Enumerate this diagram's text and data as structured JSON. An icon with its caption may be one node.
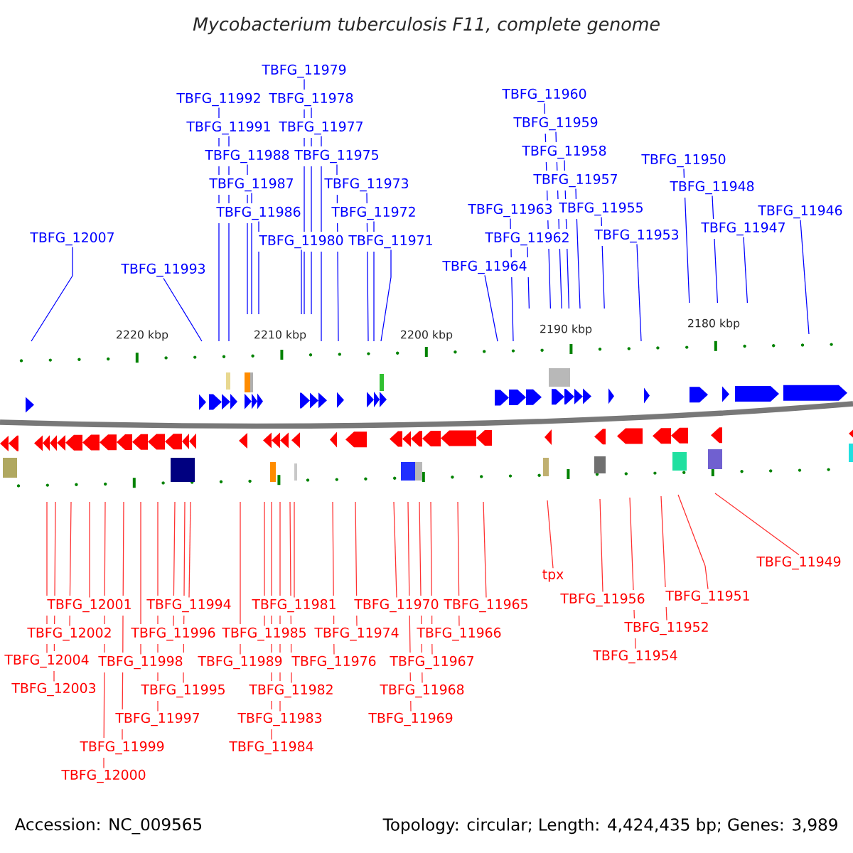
{
  "diagram": {
    "title": "Mycobacterium tuberculosis F11, complete genome",
    "nodes": [
      {
        "text": [
          "TBFG_11979"
        ]
      },
      {
        "text": [
          "TBFG_11960"
        ]
      },
      {
        "text": [
          "TBFG_11992"
        ]
      },
      {
        "text": [
          "TBFG_11978"
        ]
      },
      {
        "text": [
          "TBFG_11959"
        ]
      },
      {
        "text": [
          "TBFG_11991"
        ]
      },
      {
        "text": [
          "TBFG_11977"
        ]
      },
      {
        "text": [
          "TBFG_11958"
        ]
      },
      {
        "text": [
          "TBFG_11988"
        ]
      },
      {
        "text": [
          "TBFG_11975"
        ]
      },
      {
        "text": [
          "TBFG_11950"
        ]
      },
      {
        "text": [
          "TBFG_11957"
        ]
      },
      {
        "text": [
          "TBFG_11987"
        ]
      },
      {
        "text": [
          "TBFG_11973"
        ]
      },
      {
        "text": [
          "TBFG_11948"
        ]
      },
      {
        "text": [
          "TBFG_11955"
        ]
      },
      {
        "text": [
          "TBFG_11963"
        ]
      },
      {
        "text": [
          "TBFG_11946"
        ]
      },
      {
        "text": [
          "TBFG_11986"
        ]
      },
      {
        "text": [
          "TBFG_11972"
        ]
      },
      {
        "text": [
          "TBFG_11947"
        ]
      },
      {
        "text": [
          "TBFG_11953"
        ]
      },
      {
        "text": [
          "TBFG_12007"
        ]
      },
      {
        "text": [
          "TBFG_11962"
        ]
      },
      {
        "text": [
          "TBFG_11980"
        ]
      },
      {
        "text": [
          "TBFG_11971"
        ]
      },
      {
        "text": [
          "TBFG_11964"
        ]
      },
      {
        "text": [
          "TBFG_11993"
        ]
      },
      {
        "text": [
          "TBFG_11949"
        ]
      },
      {
        "text": [
          "tpx"
        ]
      },
      {
        "text": [
          "TBFG_11951"
        ]
      },
      {
        "text": [
          "TBFG_11956"
        ]
      },
      {
        "text": [
          "TBFG_12001"
        ]
      },
      {
        "text": [
          "TBFG_11994"
        ]
      },
      {
        "text": [
          "TBFG_11981"
        ]
      },
      {
        "text": [
          "TBFG_11970"
        ]
      },
      {
        "text": [
          "TBFG_11965"
        ]
      },
      {
        "text": [
          "TBFG_11952"
        ]
      },
      {
        "text": [
          "TBFG_12002"
        ]
      },
      {
        "text": [
          "TBFG_11996"
        ]
      },
      {
        "text": [
          "TBFG_11985"
        ]
      },
      {
        "text": [
          "TBFG_11974"
        ]
      },
      {
        "text": [
          "TBFG_11966"
        ]
      },
      {
        "text": [
          "TBFG_11954"
        ]
      },
      {
        "text": [
          "TBFG_12004"
        ]
      },
      {
        "text": [
          "TBFG_11998"
        ]
      },
      {
        "text": [
          "TBFG_11989"
        ]
      },
      {
        "text": [
          "TBFG_11976"
        ]
      },
      {
        "text": [
          "TBFG_11967"
        ]
      },
      {
        "text": [
          "TBFG_12003"
        ]
      },
      {
        "text": [
          "TBFG_11995"
        ]
      },
      {
        "text": [
          "TBFG_11982"
        ]
      },
      {
        "text": [
          "TBFG_11968"
        ]
      },
      {
        "text": [
          "TBFG_11997"
        ]
      },
      {
        "text": [
          "TBFG_11983"
        ]
      },
      {
        "text": [
          "TBFG_11969"
        ]
      },
      {
        "text": [
          "TBFG_11999"
        ]
      },
      {
        "text": [
          "TBFG_11984"
        ]
      },
      {
        "text": [
          "TBFG_12000"
        ]
      }
    ],
    "edges": [
      {
        "from": 0,
        "to": null,
        "arrow": "none",
        "color": "#0000ff"
      },
      {
        "from": 1,
        "to": null,
        "arrow": "none",
        "color": "#0000ff"
      },
      {
        "from": 2,
        "to": null,
        "arrow": "none",
        "color": "#0000ff"
      },
      {
        "from": 3,
        "to": null,
        "arrow": "none",
        "color": "#0000ff"
      },
      {
        "from": 4,
        "to": null,
        "arrow": "none",
        "color": "#0000ff"
      },
      {
        "from": 5,
        "to": null,
        "arrow": "none",
        "color": "#0000ff"
      },
      {
        "from": 6,
        "to": null,
        "arrow": "none",
        "color": "#0000ff"
      },
      {
        "from": 7,
        "to": null,
        "arrow": "none",
        "color": "#0000ff"
      },
      {
        "from": 8,
        "to": null,
        "arrow": "none",
        "color": "#0000ff"
      },
      {
        "from": 9,
        "to": null,
        "arrow": "none",
        "color": "#0000ff"
      },
      {
        "from": 10,
        "to": null,
        "arrow": "none",
        "color": "#0000ff"
      },
      {
        "from": 11,
        "to": null,
        "arrow": "none",
        "color": "#0000ff"
      },
      {
        "from": 12,
        "to": null,
        "arrow": "none",
        "color": "#0000ff"
      },
      {
        "from": 13,
        "to": null,
        "arrow": "none",
        "color": "#0000ff"
      },
      {
        "from": 14,
        "to": null,
        "arrow": "none",
        "color": "#0000ff"
      },
      {
        "from": 15,
        "to": null,
        "arrow": "none",
        "color": "#0000ff"
      },
      {
        "from": 16,
        "to": null,
        "arrow": "none",
        "color": "#0000ff"
      },
      {
        "from": 17,
        "to": null,
        "arrow": "none",
        "color": "#0000ff"
      },
      {
        "from": 18,
        "to": null,
        "arrow": "none",
        "color": "#0000ff"
      },
      {
        "from": 19,
        "to": null,
        "arrow": "none",
        "color": "#0000ff"
      },
      {
        "from": 20,
        "to": null,
        "arrow": "none",
        "color": "#0000ff"
      },
      {
        "from": 21,
        "to": null,
        "arrow": "none",
        "color": "#0000ff"
      },
      {
        "from": 22,
        "to": null,
        "arrow": "none",
        "color": "#0000ff"
      },
      {
        "from": 23,
        "to": null,
        "arrow": "none",
        "color": "#0000ff"
      },
      {
        "from": 24,
        "to": null,
        "arrow": "none",
        "color": "#0000ff"
      },
      {
        "from": 25,
        "to": null,
        "arrow": "none",
        "color": "#0000ff"
      },
      {
        "from": 26,
        "to": null,
        "arrow": "none",
        "color": "#0000ff"
      },
      {
        "from": 27,
        "to": null,
        "arrow": "none",
        "color": "#0000ff"
      },
      {
        "from": 28,
        "to": null,
        "arrow": "none"
      },
      {
        "from": 29,
        "to": null,
        "arrow": "none"
      },
      {
        "from": 30,
        "to": null,
        "arrow": "none"
      },
      {
        "from": 31,
        "to": null,
        "arrow": "none"
      },
      {
        "from": 32,
        "to": null,
        "arrow": "none"
      },
      {
        "from": 33,
        "to": null,
        "arrow": "none"
      },
      {
        "from": 34,
        "to": null,
        "arrow": "none"
      },
      {
        "from": 35,
        "to": null,
        "arrow": "none"
      },
      {
        "from": 36,
        "to": null,
        "arrow": "none"
      },
      {
        "from": 37,
        "to": null,
        "arrow": "none"
      },
      {
        "from": 38,
        "to": null,
        "arrow": "none"
      },
      {
        "from": 39,
        "to": null,
        "arrow": "none"
      },
      {
        "from": 40,
        "to": null,
        "arrow": "none"
      },
      {
        "from": 41,
        "to": null,
        "arrow": "none"
      },
      {
        "from": 42,
        "to": null,
        "arrow": "none"
      },
      {
        "from": 43,
        "to": null,
        "arrow": "none"
      },
      {
        "from": 44,
        "to": null,
        "arrow": "none"
      },
      {
        "from": 45,
        "to": null,
        "arrow": "none"
      },
      {
        "from": 46,
        "to": null,
        "arrow": "none"
      },
      {
        "from": 47,
        "to": null,
        "arrow": "none"
      },
      {
        "from": 48,
        "to": null,
        "arrow": "none"
      },
      {
        "from": 49,
        "to": null,
        "arrow": "none"
      },
      {
        "from": 50,
        "to": null,
        "arrow": "none"
      },
      {
        "from": 51,
        "to": null,
        "arrow": "none"
      },
      {
        "from": 52,
        "to": null,
        "arrow": "none"
      },
      {
        "from": 53,
        "to": null,
        "arrow": "none"
      },
      {
        "from": 54,
        "to": null,
        "arrow": "none"
      },
      {
        "from": 55,
        "to": null,
        "arrow": "none"
      },
      {
        "from": 56,
        "to": null,
        "arrow": "none"
      },
      {
        "from": 57,
        "to": null,
        "arrow": "none"
      },
      {
        "from": 58,
        "to": null,
        "arrow": "none"
      }
    ],
    "labels": [
      "2220 kbp",
      "2210 kbp",
      "2200 kbp",
      "2190 kbp",
      "2180 kbp",
      "Accession: NC_009565",
      "Topology: circular; Length: 4,424,435 bp; Genes: 3,989"
    ]
  }
}
